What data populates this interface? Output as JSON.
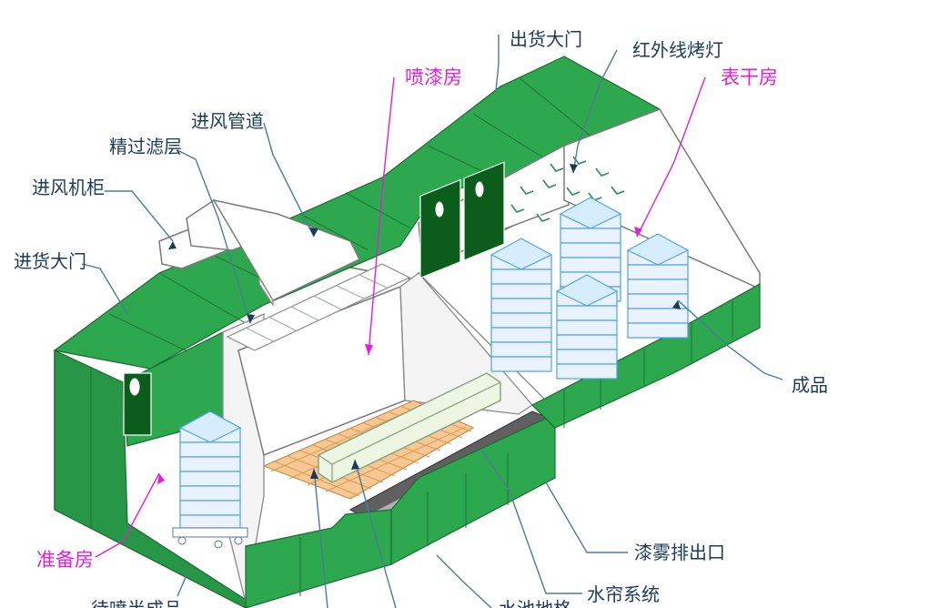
{
  "labels": {
    "outgoing_door": "出货大门",
    "infrared_lamp": "红外线烤灯",
    "paint_room": "喷漆房",
    "drying_room": "表干房",
    "air_duct": "进风管道",
    "fine_filter": "精过滤层",
    "intake_cabinet": "进风机柜",
    "incoming_door": "进货大门",
    "finished_product": "成品",
    "prep_room": "准备房",
    "mist_exhaust": "漆雾排出口",
    "water_curtain": "水帘系统",
    "pool_grate": "水池地格",
    "unpainted_items": "待喷半成品"
  },
  "colors": {
    "wall_green": "#2ea84f",
    "label_blue": "#1c3b5a",
    "label_magenta": "#e21fd8",
    "leader_blue": "#4a7c9a",
    "stack_blue": "#4ea0f0",
    "grate_orange": "#f3b77a"
  },
  "icons": [
    "leader-line",
    "arrow-pointer",
    "infrared-lamp-icon",
    "door-icon"
  ]
}
